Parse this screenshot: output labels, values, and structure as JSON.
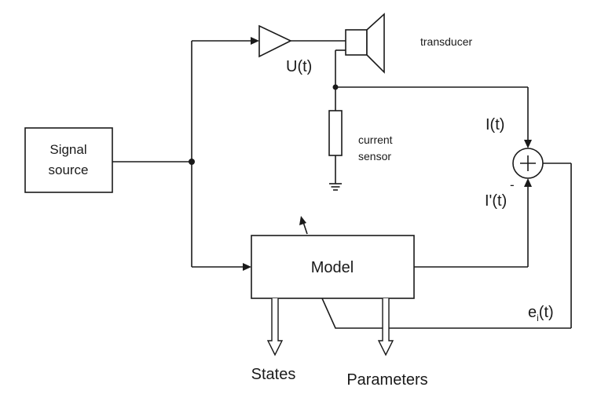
{
  "blocks": {
    "signal_source": [
      "Signal",
      "source"
    ],
    "model": "Model",
    "transducer": "transducer",
    "current_sensor": [
      "current",
      "sensor"
    ]
  },
  "signals": {
    "u": "U(t)",
    "i": "I(t)",
    "i_prime": "I'(t)",
    "minus": "-",
    "e_main": "e",
    "e_sub": "i",
    "e_tail": "(t)"
  },
  "outputs": {
    "states": "States",
    "parameters": "Parameters"
  }
}
